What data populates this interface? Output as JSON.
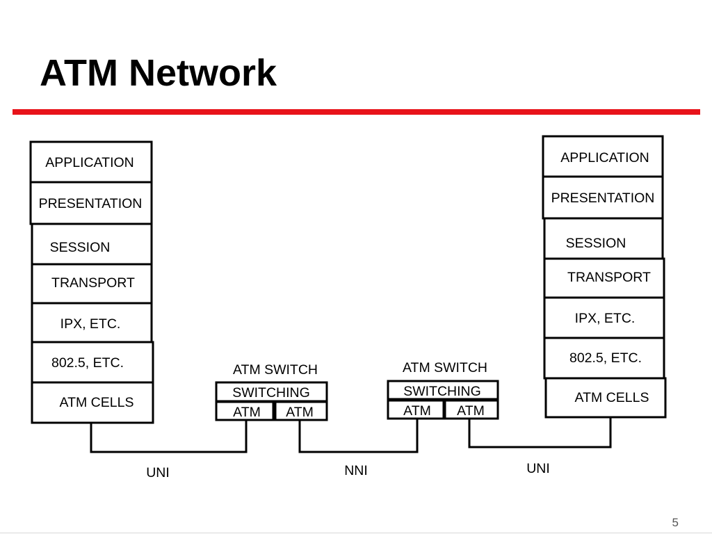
{
  "slide": {
    "title": "ATM Network",
    "page_number": "5"
  },
  "colors": {
    "title_rule": "#e8131a",
    "lines": "#000000"
  },
  "diagram": {
    "left_stack": [
      "APPLICATION",
      "PRESENTATION",
      "SESSION",
      "TRANSPORT",
      "IPX, ETC.",
      "802.5,  ETC.",
      "ATM CELLS"
    ],
    "right_stack": [
      "APPLICATION",
      "PRESENTATION",
      "SESSION",
      "TRANSPORT",
      "IPX, ETC.",
      "802.5,  ETC.",
      "ATM CELLS"
    ],
    "switch_1": {
      "title": "ATM SWITCH",
      "top": "SWITCHING",
      "port_left": "ATM",
      "port_right": "ATM"
    },
    "switch_2": {
      "title": "ATM SWITCH",
      "top": "SWITCHING",
      "port_left": "ATM",
      "port_right": "ATM"
    },
    "links": [
      "UNI",
      "NNI",
      "UNI"
    ]
  }
}
